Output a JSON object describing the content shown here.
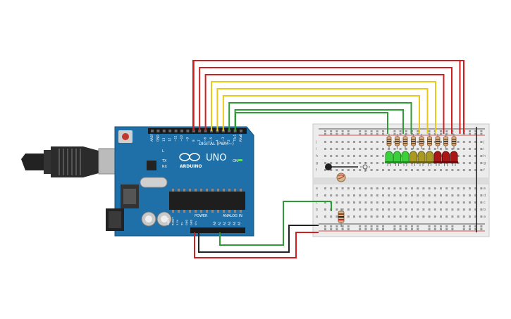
{
  "board": {
    "logo": "ARDUINO",
    "model": "UNO",
    "digital_header": "DIGITAL (PWM~)",
    "power_label": "POWER",
    "analog_label": "ANALOG IN",
    "on_label": "ON",
    "led_labels": [
      "L",
      "TX",
      "RX"
    ],
    "digital_pins": [
      "AREF",
      "GND",
      "13",
      "12",
      "~11",
      "~10",
      "~9",
      "8",
      "7",
      "~6",
      "~5",
      "4",
      "~3",
      "2",
      "TX▸1",
      "RX◂0"
    ],
    "power_pins": [
      "IOREF",
      "RESET",
      "3.3V",
      "5V",
      "GND",
      "GND",
      "Vin"
    ],
    "analog_pins": [
      "A0",
      "A1",
      "A2",
      "A3",
      "A4",
      "A5"
    ]
  },
  "breadboard": {
    "row_letters_top": [
      "j",
      "i",
      "h",
      "g",
      "f"
    ],
    "row_letters_bottom": [
      "e",
      "d",
      "c",
      "b",
      "a"
    ]
  },
  "components": {
    "leds": [
      {
        "color": "green"
      },
      {
        "color": "green"
      },
      {
        "color": "green"
      },
      {
        "color": "yellow"
      },
      {
        "color": "yellow"
      },
      {
        "color": "yellow"
      },
      {
        "color": "red"
      },
      {
        "color": "red"
      },
      {
        "color": "red"
      }
    ],
    "wires": [
      {
        "from": "pin 2",
        "color": "#2e9c34"
      },
      {
        "from": "pin 3",
        "color": "#2e9c34"
      },
      {
        "from": "pin 4",
        "color": "#e8c81c"
      },
      {
        "from": "pin 5",
        "color": "#e8c81c"
      },
      {
        "from": "pin 6",
        "color": "#e8c81c"
      },
      {
        "from": "pin 7",
        "color": "#d21e1e"
      },
      {
        "from": "pin 8",
        "color": "#d21e1e"
      },
      {
        "from": "pin 9",
        "color": "#d21e1e"
      }
    ],
    "colors": {
      "board": "#1f6fa8",
      "wire_red": "#d21e1e",
      "wire_black": "#222222",
      "wire_green": "#2e9c34",
      "wire_yellow": "#e8c81c",
      "breadboard": "#ececec"
    }
  }
}
